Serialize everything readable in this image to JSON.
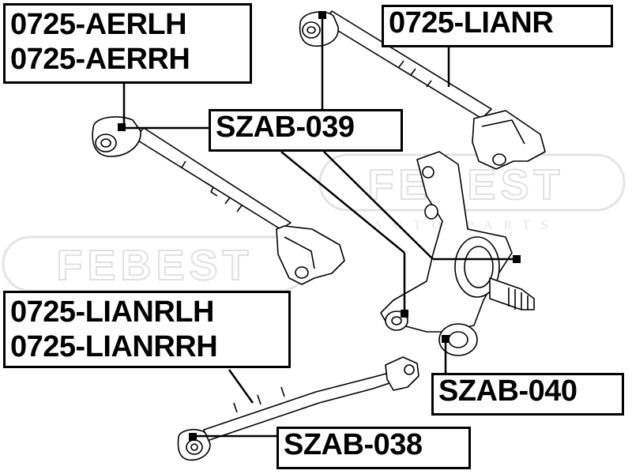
{
  "labels": {
    "aer": [
      "0725-AERLH",
      "0725-AERRH"
    ],
    "lianr": "0725-LIANR",
    "szab039": "SZAB-039",
    "lianrl": [
      "0725-LIANRLH",
      "0725-LIANRRH"
    ],
    "szab040": "SZAB-040",
    "szab038": "SZAB-038"
  },
  "watermark": {
    "brand": "FEBEST",
    "subtitle": "AUTO PARTS"
  },
  "colors": {
    "line": "#000000",
    "watermark": "#e6e6e6",
    "label_bg": "#ffffff"
  }
}
